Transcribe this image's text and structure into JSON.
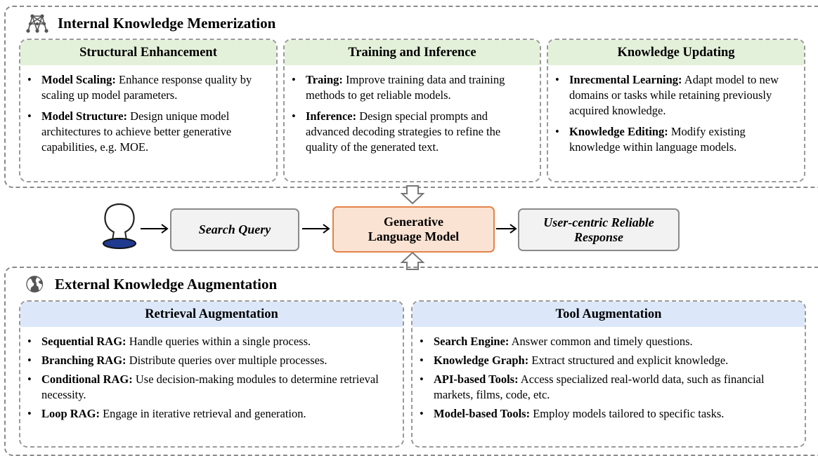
{
  "internal": {
    "title": "Internal Knowledge Memerization",
    "icon": "neural-network-icon",
    "cards": [
      {
        "heading": "Structural Enhancement",
        "items": [
          {
            "term": "Model Scaling:",
            "text": "Enhance response quality by scaling up model parameters."
          },
          {
            "term": "Model Structure:",
            "text": "Design unique model architectures to achieve better generative capabilities, e.g. MOE."
          }
        ]
      },
      {
        "heading": "Training and Inference",
        "items": [
          {
            "term": "Traing:",
            "text": "Improve training data and training methods to get reliable models."
          },
          {
            "term": "Inference:",
            "text": "Design special prompts and advanced decoding strategies to refine the quality of the generated text."
          }
        ]
      },
      {
        "heading": "Knowledge Updating",
        "items": [
          {
            "term": "Inrecmental Learning:",
            "text": "Adapt model to new domains or tasks while retaining previously acquired knowledge."
          },
          {
            "term": "Knowledge Editing:",
            "text": "Modify existing knowledge within language models."
          }
        ]
      }
    ]
  },
  "flow": {
    "user_icon": "user-icon",
    "search_query": "Search Query",
    "llm_line1": "Generative",
    "llm_line2": "Language Model",
    "response_line1": "User-centric Reliable",
    "response_line2": "Response"
  },
  "external": {
    "title": "External Knowledge Augmentation",
    "icon": "globe-icon",
    "cards": [
      {
        "heading": "Retrieval Augmentation",
        "items": [
          {
            "term": "Sequential RAG:",
            "text": "Handle queries within a single process."
          },
          {
            "term": "Branching RAG:",
            "text": "Distribute queries over multiple processes."
          },
          {
            "term": "Conditional RAG:",
            "text": "Use decision-making modules to determine retrieval necessity."
          },
          {
            "term": "Loop RAG:",
            "text": "Engage in iterative retrieval and generation."
          }
        ]
      },
      {
        "heading": "Tool Augmentation",
        "items": [
          {
            "term": "Search Engine:",
            "text": "Answer common and timely questions."
          },
          {
            "term": "Knowledge Graph:",
            "text": "Extract structured and explicit knowledge."
          },
          {
            "term": "API-based Tools:",
            "text": "Access specialized real-world data, such as financial markets, films, code, etc."
          },
          {
            "term": "Model-based Tools:",
            "text": "Employ models tailored to specific tasks."
          }
        ]
      }
    ]
  }
}
